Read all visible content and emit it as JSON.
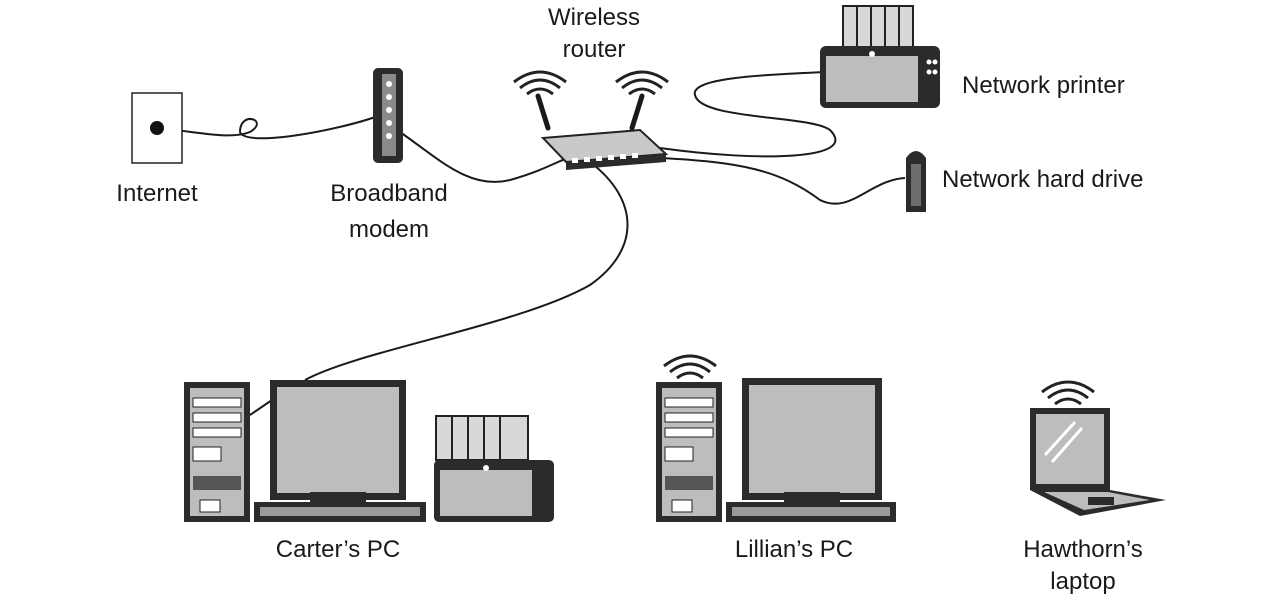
{
  "labels": {
    "internet": "Internet",
    "modem_line1": "Broadband",
    "modem_line2": "modem",
    "router_line1": "Wireless",
    "router_line2": "router",
    "printer": "Network printer",
    "hard_drive": "Network hard drive",
    "carter_pc": "Carter’s PC",
    "lillian_pc": "Lillian’s PC",
    "laptop_line1": "Hawthorn’s",
    "laptop_line2": "laptop"
  },
  "icons": [
    "wall-jack-icon",
    "modem-icon",
    "router-icon",
    "printer-icon",
    "hard-drive-icon",
    "desktop-pc-icon",
    "laptop-icon",
    "wifi-signal-icon"
  ],
  "colors": {
    "line": "#1a1a1a",
    "device_fill": "#bdbdbd",
    "device_dark": "#2b2b2b",
    "background": "#ffffff"
  }
}
